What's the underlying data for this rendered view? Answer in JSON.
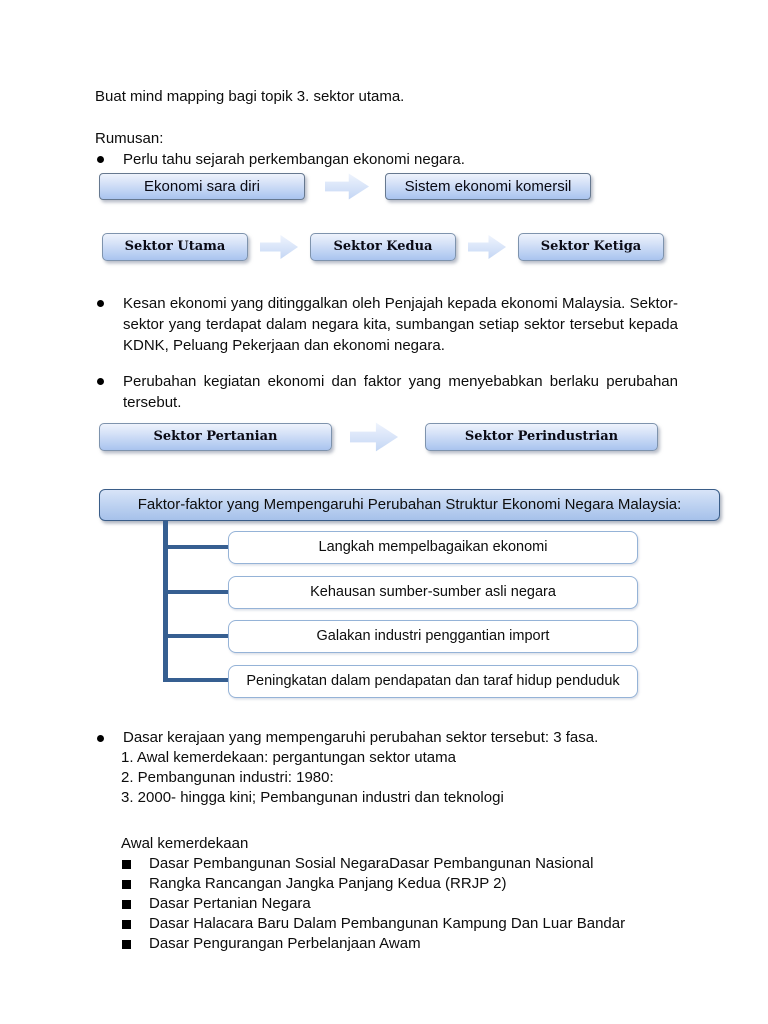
{
  "doc": {
    "title_line": "Buat mind mapping bagi topik 3. sektor utama.",
    "rumusan_label": "Rumusan:",
    "bullet1": "Perlu tahu sejarah perkembangan ekonomi negara.",
    "bullet2": "Kesan ekonomi yang ditinggalkan oleh Penjajah kepada ekonomi Malaysia. Sektor-sektor yang terdapat dalam negara kita, sumbangan setiap sektor tersebut kepada KDNK, Peluang Pekerjaan dan ekonomi negara.",
    "bullet3": "Perubahan kegiatan ekonomi dan faktor yang menyebabkan berlaku perubahan tersebut."
  },
  "flow1": {
    "box1": "Ekonomi sara diri",
    "box2": "Sistem ekonomi komersil"
  },
  "flow2": {
    "box1": "Sektor Utama",
    "box2": "Sektor Kedua",
    "box3": "Sektor Ketiga"
  },
  "flow3": {
    "box1": "Sektor Pertanian",
    "box2": "Sektor Perindustrian"
  },
  "faktor": {
    "header": "Faktor-faktor yang Mempengaruhi Perubahan Struktur Ekonomi Negara Malaysia:",
    "items": [
      "Langkah mempelbagaikan ekonomi",
      "Kehausan sumber-sumber asli negara",
      "Galakan industri penggantian import",
      "Peningkatan dalam pendapatan dan taraf hidup penduduk"
    ]
  },
  "dasar": {
    "bullet": "Dasar kerajaan yang mempengaruhi perubahan sektor tersebut: 3 fasa.",
    "numbered": [
      "1. Awal kemerdekaan: pergantungan sektor utama",
      "2. Pembangunan industri: 1980:",
      "3. 2000- hingga kini; Pembangunan industri dan teknologi"
    ],
    "subheading": "Awal kemerdekaan",
    "items": [
      "Dasar Pembangunan Sosial NegaraDasar Pembangunan Nasional",
      "Rangka Rancangan Jangka Panjang Kedua (RRJP 2)",
      "Dasar Pertanian Negara",
      "Dasar Halacara Baru Dalam Pembangunan Kampung Dan Luar Bandar",
      "Dasar Pengurangan Perbelanjaan Awam"
    ]
  },
  "colors": {
    "box_gradient_top": "#eef3fc",
    "box_gradient_bottom": "#a9c3ee",
    "header_border": "#3a5d88",
    "subbox_border": "#95b3d7",
    "connector": "#365f91",
    "text": "#0d0d0d",
    "page_background": "#ffffff"
  }
}
